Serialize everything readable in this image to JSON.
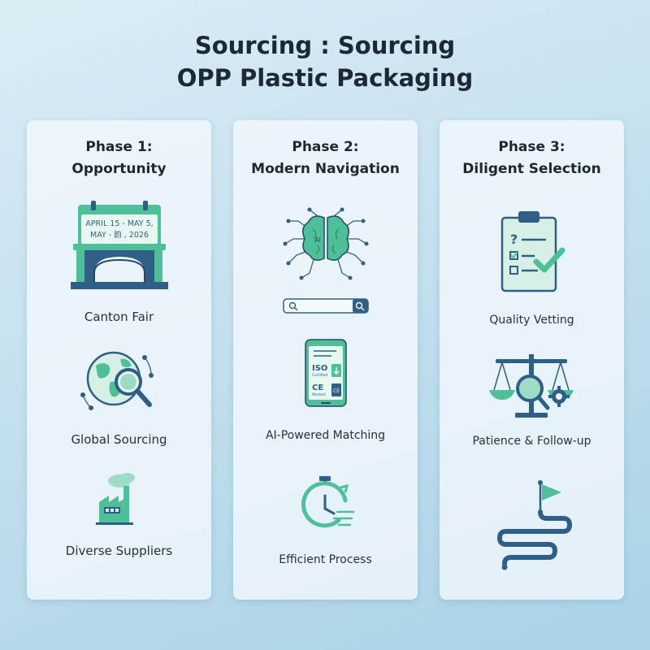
{
  "title": {
    "line1": "Sourcing : Sourcing",
    "line2": "OPP Plastic Packaging"
  },
  "phases": [
    {
      "title_line1": "Phase 1:",
      "title_line2": "Opportunity",
      "items": [
        {
          "label": "Canton Fair",
          "icon": "calendar-arch-icon",
          "date_line1": "APRIL 15 - MAY 5,",
          "date_line2": "MAY - 韵 , 2026"
        },
        {
          "label": "Global Sourcing",
          "icon": "globe-magnifier-icon"
        },
        {
          "label": "Diverse Suppliers",
          "icon": "factory-icon"
        }
      ]
    },
    {
      "title_line1": "Phase 2:",
      "title_line2": "Modern Navigation",
      "items": [
        {
          "label": "",
          "icon": "ai-brain-icon",
          "brain_text": "AI"
        },
        {
          "label": "AI-Powered Matching",
          "icon": "phone-certificate-icon",
          "iso_text": "ISO",
          "iso_sub": "Certified",
          "ce_text": "CE",
          "ce_sub": "Marked"
        },
        {
          "label": "Efficient Process",
          "icon": "stopwatch-icon"
        }
      ]
    },
    {
      "title_line1": "Phase 3:",
      "title_line2": "Diligent Selection",
      "items": [
        {
          "label": "Quality Vetting",
          "icon": "checklist-clipboard-icon"
        },
        {
          "label": "Patience & Follow-up",
          "icon": "scale-gear-icon"
        },
        {
          "label": "",
          "icon": "winding-path-flag-icon"
        }
      ]
    }
  ],
  "colors": {
    "teal": "#4fbf9a",
    "teal_light": "#9fdcc6",
    "navy": "#2f5f86",
    "navy_dark": "#24496b"
  }
}
